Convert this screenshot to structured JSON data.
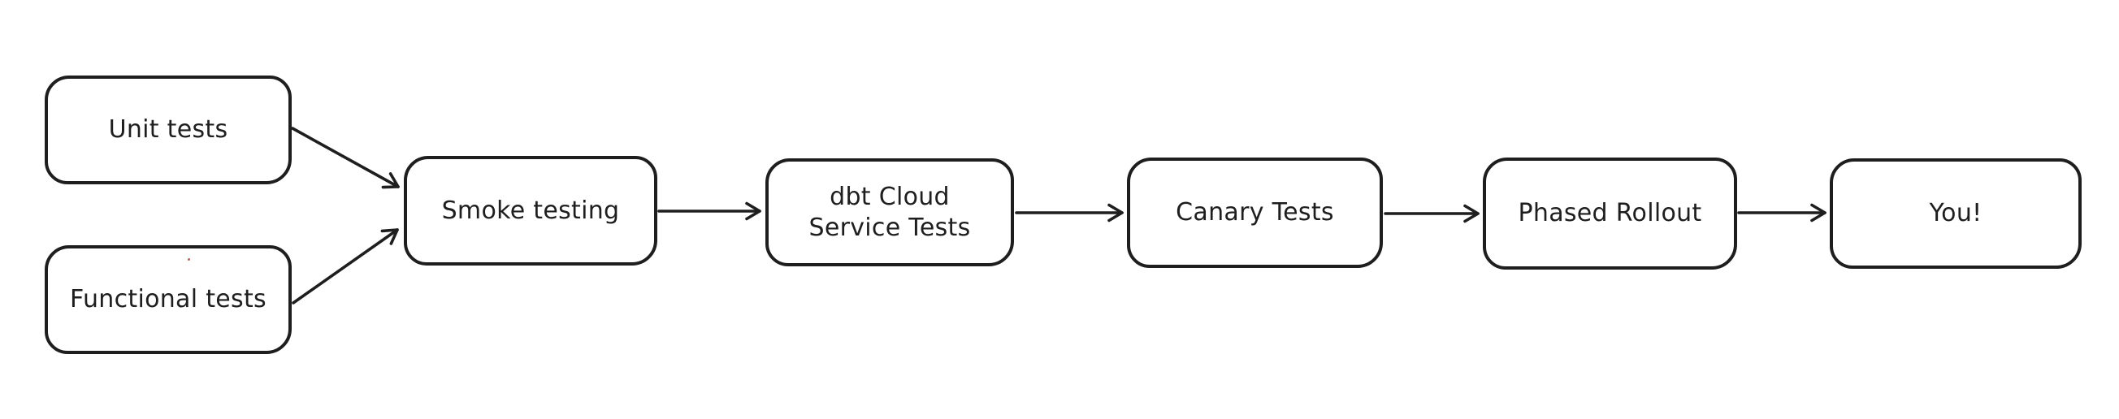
{
  "colors": {
    "stroke": "#1e1e1e",
    "text": "#1e1e1e",
    "background": "#ffffff",
    "artifact_speck": "#d05c4a"
  },
  "nodes": [
    {
      "id": "unit-tests",
      "label": "Unit tests"
    },
    {
      "id": "functional-tests",
      "label": "Functional tests"
    },
    {
      "id": "smoke-testing",
      "label": "Smoke testing"
    },
    {
      "id": "dbt-cloud-service-tests",
      "label": "dbt Cloud\nService Tests"
    },
    {
      "id": "canary-tests",
      "label": "Canary Tests"
    },
    {
      "id": "phased-rollout",
      "label": "Phased Rollout"
    },
    {
      "id": "you",
      "label": "You!"
    }
  ],
  "edges": [
    {
      "from": "unit-tests",
      "to": "smoke-testing"
    },
    {
      "from": "functional-tests",
      "to": "smoke-testing"
    },
    {
      "from": "smoke-testing",
      "to": "dbt-cloud-service-tests"
    },
    {
      "from": "dbt-cloud-service-tests",
      "to": "canary-tests"
    },
    {
      "from": "canary-tests",
      "to": "phased-rollout"
    },
    {
      "from": "phased-rollout",
      "to": "you"
    }
  ]
}
